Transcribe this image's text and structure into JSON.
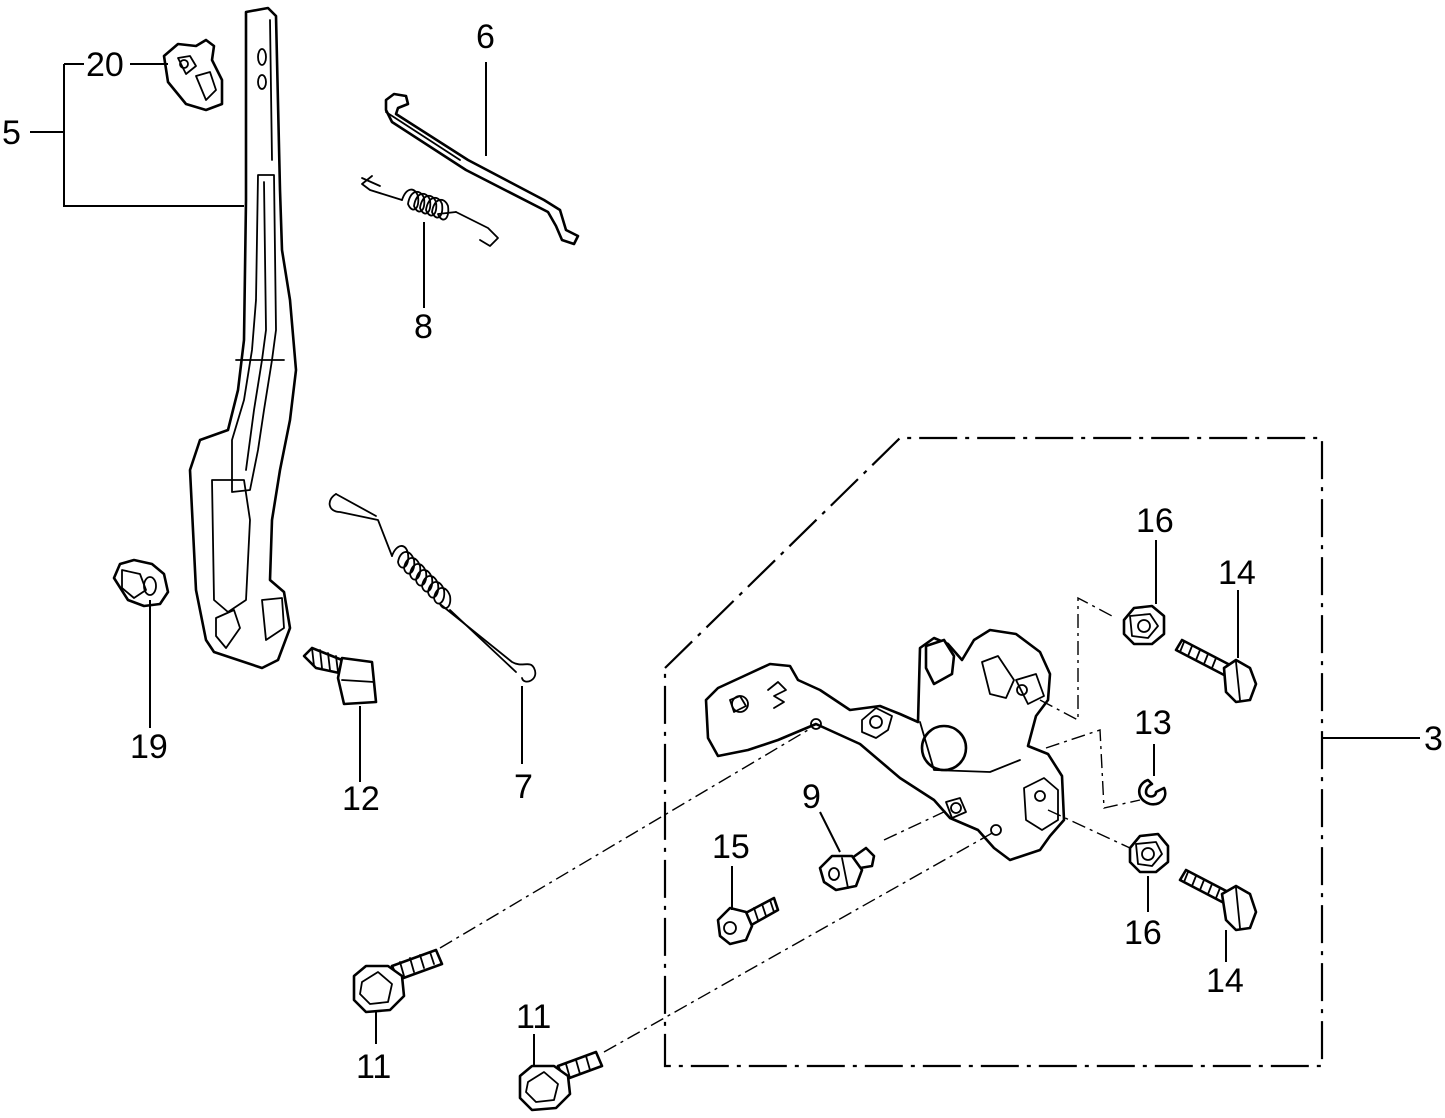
{
  "callouts": [
    {
      "id": "c20",
      "label": "20"
    },
    {
      "id": "c5",
      "label": "5"
    },
    {
      "id": "c6",
      "label": "6"
    },
    {
      "id": "c8",
      "label": "8"
    },
    {
      "id": "c19",
      "label": "19"
    },
    {
      "id": "c12",
      "label": "12"
    },
    {
      "id": "c7",
      "label": "7"
    },
    {
      "id": "c16a",
      "label": "16"
    },
    {
      "id": "c14a",
      "label": "14"
    },
    {
      "id": "c13",
      "label": "13"
    },
    {
      "id": "c3",
      "label": "3"
    },
    {
      "id": "c9",
      "label": "9"
    },
    {
      "id": "c15",
      "label": "15"
    },
    {
      "id": "c16b",
      "label": "16"
    },
    {
      "id": "c14b",
      "label": "14"
    },
    {
      "id": "c11a",
      "label": "11"
    },
    {
      "id": "c11b",
      "label": "11"
    }
  ]
}
